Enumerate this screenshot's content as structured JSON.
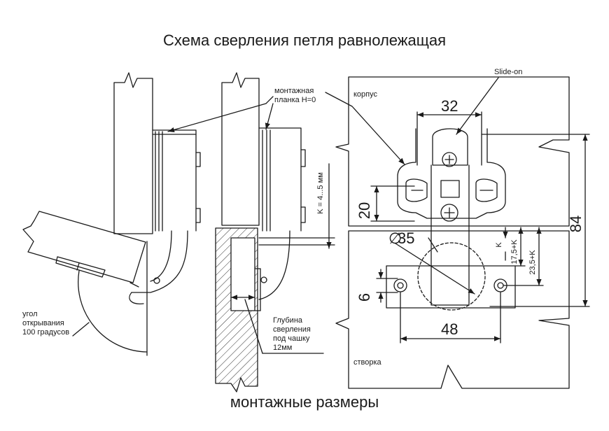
{
  "title": "Схема сверления петля  равнолежащая",
  "caption": "монтажные размеры",
  "labels": {
    "mounting_plate": [
      "монтажная",
      "планка H=0"
    ],
    "opening_angle": [
      "угол",
      "открывания",
      "100 градусов"
    ],
    "drilling_depth": [
      "Глубина",
      "сверления",
      "под чашку",
      "12мм"
    ],
    "cabinet": "корпус",
    "door": "створка",
    "slide_on": "Slide-on",
    "k_range": "K = 4...5 мм"
  },
  "dimensions": {
    "d32": "32",
    "d20": "20",
    "d84": "84",
    "d35": "35",
    "d6": "6",
    "d48": "48",
    "k": "K",
    "d17": "17,5+K",
    "d23": "23,5+K"
  },
  "colors": {
    "line": "#1a1a1a",
    "hatch": "#333333",
    "background": "#ffffff"
  }
}
